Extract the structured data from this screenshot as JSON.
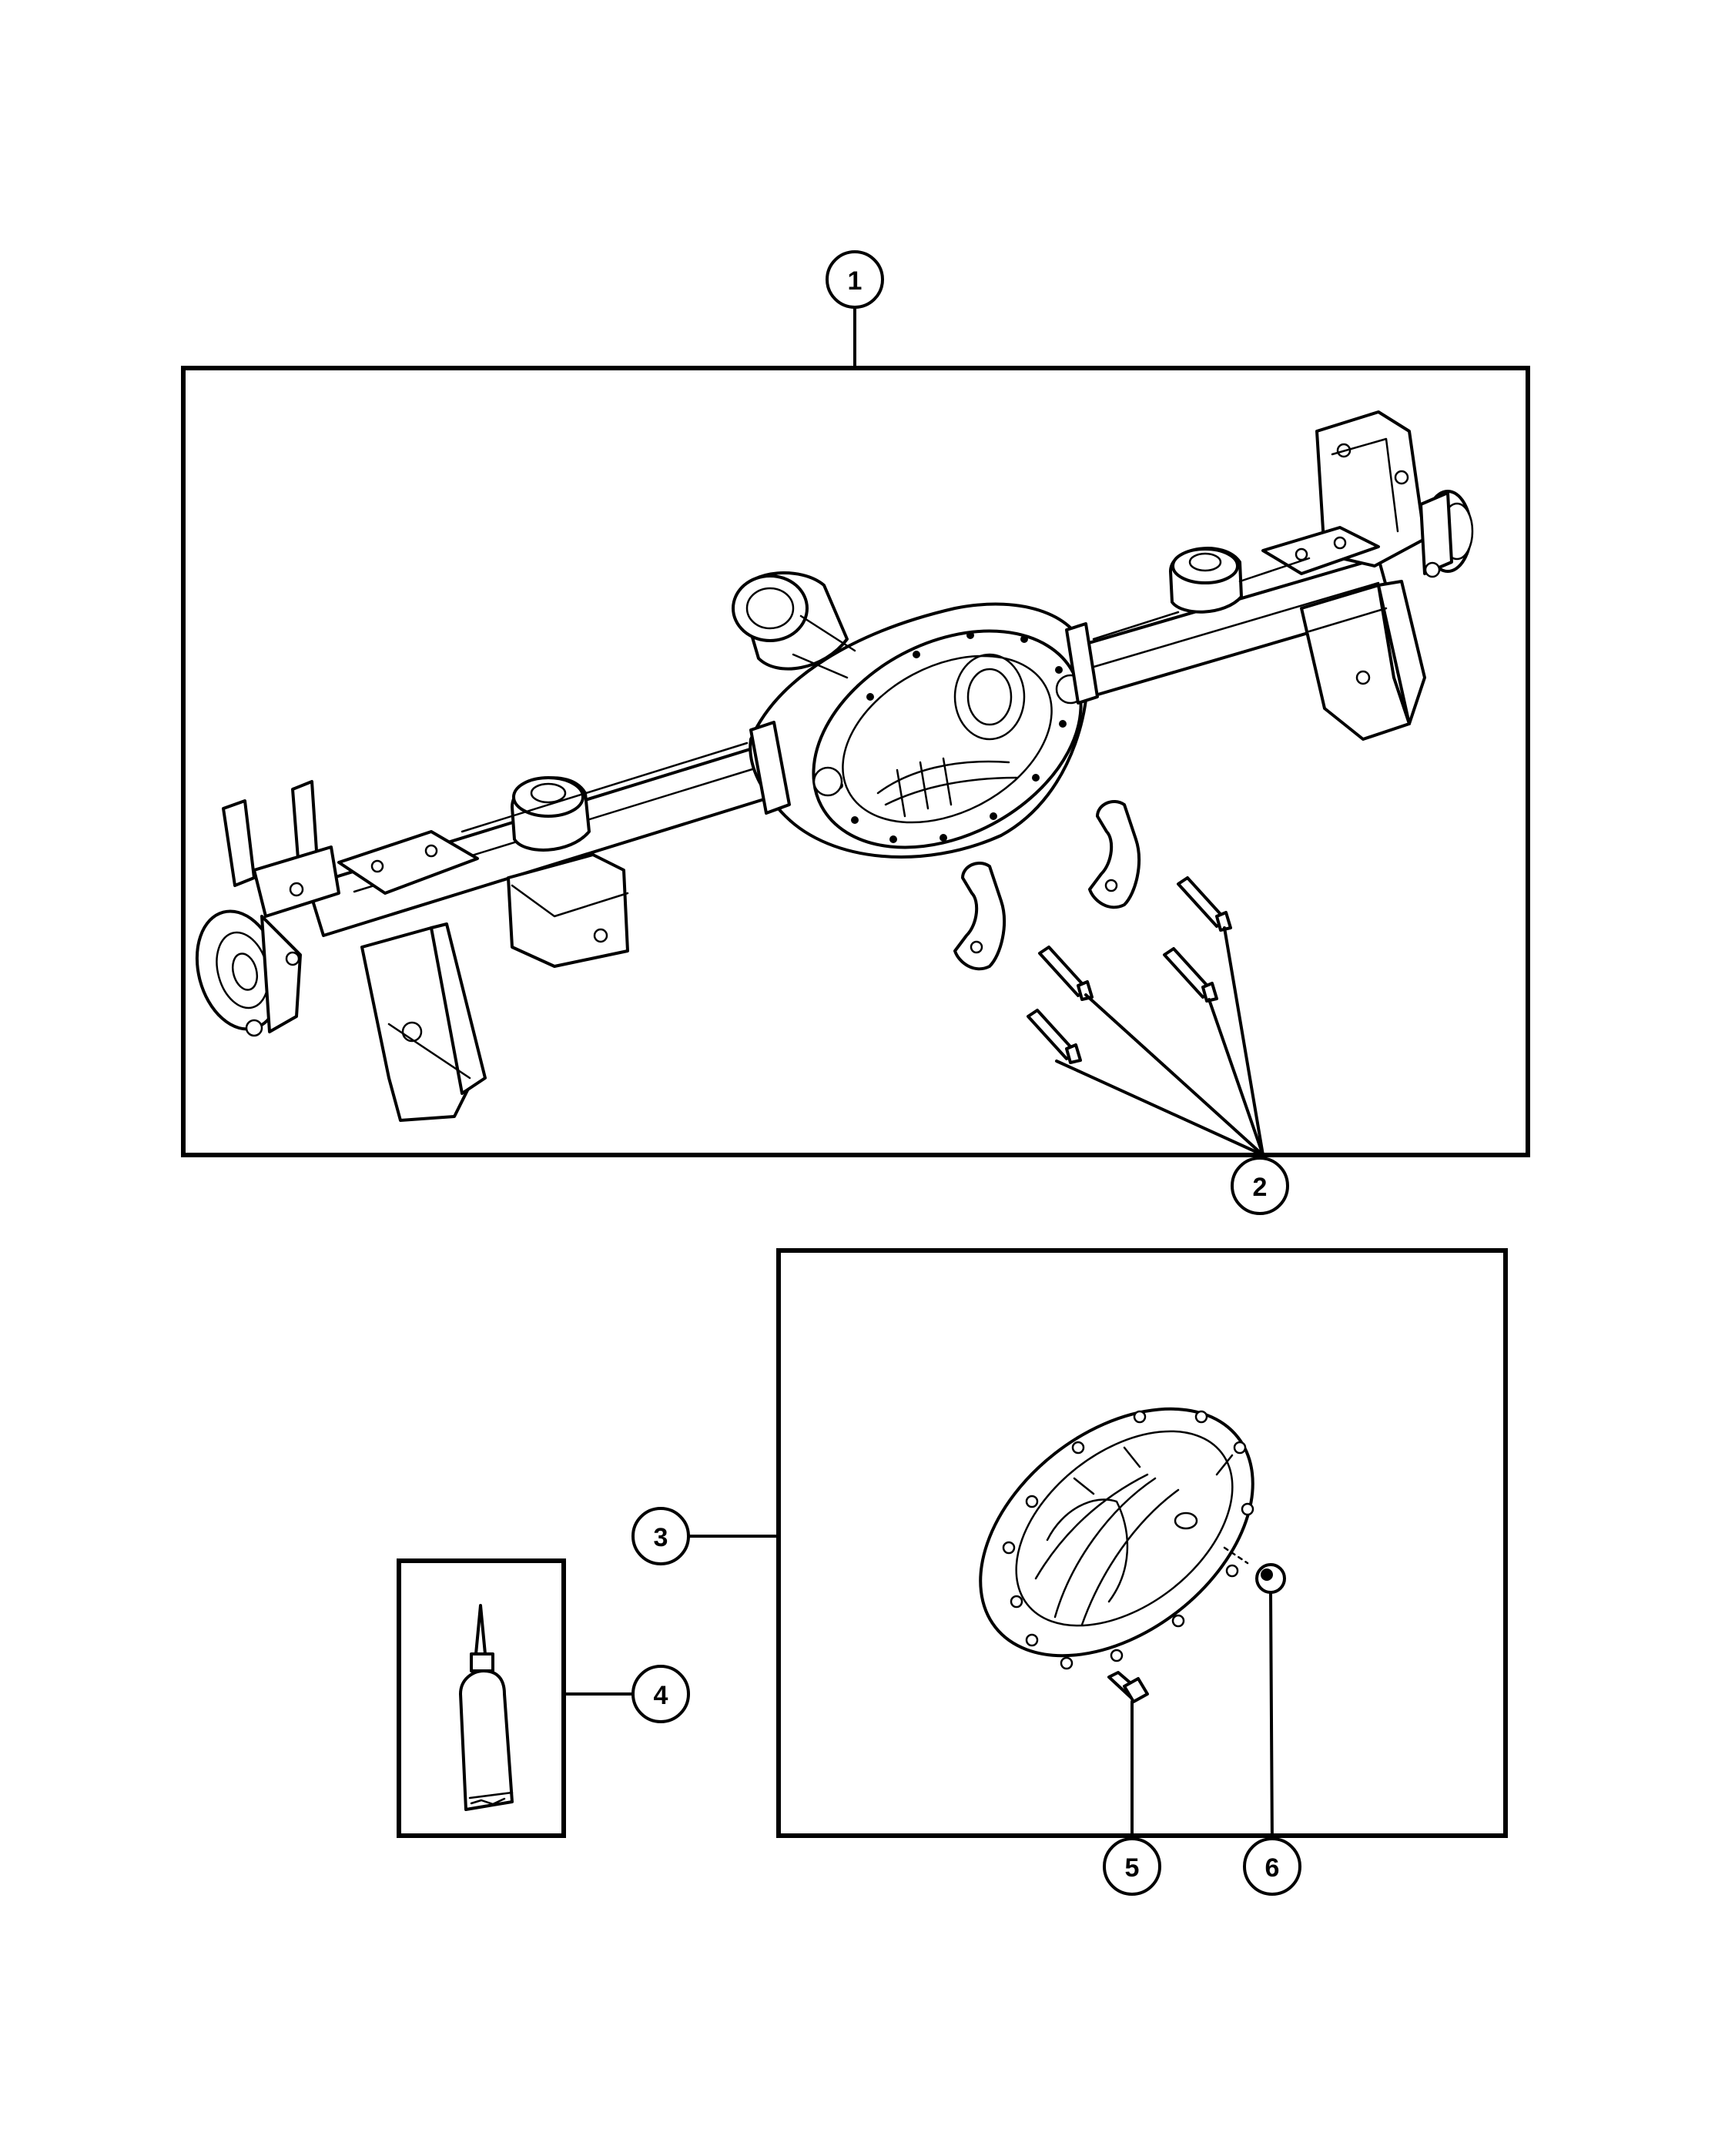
{
  "callouts": [
    {
      "id": "1",
      "label": "1",
      "part": "axle-assembly"
    },
    {
      "id": "2",
      "label": "2",
      "part": "bearing-caps-and-bolts"
    },
    {
      "id": "3",
      "label": "3",
      "part": "differential-cover-kit"
    },
    {
      "id": "4",
      "label": "4",
      "part": "sealant-tube"
    },
    {
      "id": "5",
      "label": "5",
      "part": "cover-bolt"
    },
    {
      "id": "6",
      "label": "6",
      "part": "fill-plug"
    }
  ]
}
